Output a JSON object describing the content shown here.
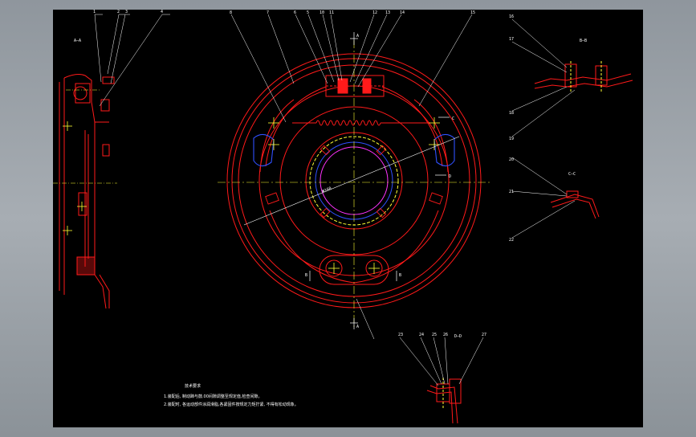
{
  "drawing": {
    "background": "#000000",
    "line_red": "#ff1a1a",
    "line_white": "#ffffff",
    "line_yellow": "#ffff33",
    "line_blue": "#3050ff",
    "line_magenta": "#ff33ff"
  },
  "callouts": {
    "top_left": [
      "1",
      "2",
      "3",
      "4"
    ],
    "top_center": [
      "8",
      "7",
      "6",
      "5",
      "10",
      "11",
      "12",
      "13",
      "14",
      "15"
    ],
    "right_top": [
      "16",
      "17",
      "18",
      "19"
    ],
    "right_mid": [
      "20",
      "21",
      "22"
    ],
    "bottom": [
      "23",
      "24",
      "25",
      "26",
      "27"
    ]
  },
  "section_labels": {
    "left_view": "A—A",
    "detail_b": "B—B",
    "detail_c": "C—C",
    "detail_d": "D—D"
  },
  "markers": {
    "a_top": "A",
    "a_bottom": "A",
    "b_left": "B",
    "b_right": "B",
    "c": "C",
    "d": "D"
  },
  "dimension_text": "Φ160",
  "notes": {
    "title": "技术要求",
    "line1": "1.装配后, 制动蹄与鼓.00间隙调整至规定值,检查间隙。",
    "line2": "2.装配时, 各运动部件涂润滑脂,各紧固件按规定力矩拧紧, 不得有松动现象。"
  }
}
